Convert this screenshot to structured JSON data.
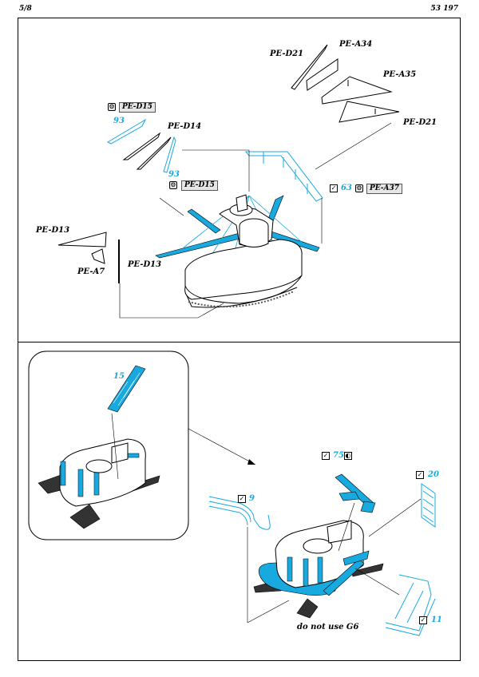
{
  "header": {
    "page": "5/8",
    "code": "53 197"
  },
  "upper": {
    "labels": {
      "d21_top": "PE-D21",
      "a34": "PE-A34",
      "a35": "PE-A35",
      "d21_bottom": "PE-D21",
      "d14": "PE-D14",
      "d13_left": "PE-D13",
      "a7": "PE-A7",
      "d13_right": "PE-D13"
    },
    "boxed": {
      "d15_top": "PE-D15",
      "d15_mid": "PE-D15",
      "a37": "PE-A37"
    },
    "numbers": {
      "n93_top": "93",
      "n93_bottom": "93",
      "n63": "63"
    }
  },
  "lower": {
    "numbers": {
      "n15": "15",
      "n75": "75",
      "n20": "20",
      "n9": "9",
      "n11": "11"
    },
    "note": "do not use G6"
  },
  "colors": {
    "accent": "#18a9df",
    "line": "#000000",
    "panel": "#e6e6e6"
  },
  "icons": [
    "check-box-icon",
    "gear-icon",
    "half-circle-icon"
  ]
}
